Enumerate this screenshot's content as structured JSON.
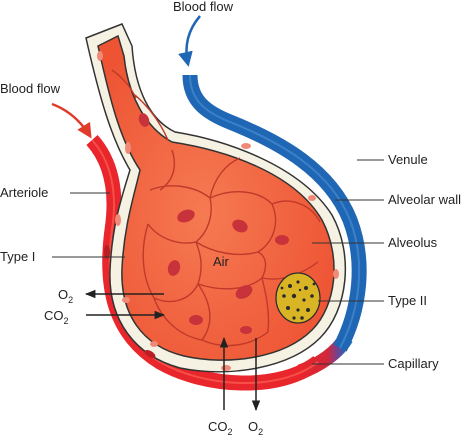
{
  "labels": {
    "blood_flow_top": "Blood flow",
    "blood_flow_left": "Blood flow",
    "venule": "Venule",
    "alveolar_wall": "Alveolar wall",
    "arteriole": "Arteriole",
    "alveolus": "Alveolus",
    "type_i": "Type I",
    "type_ii": "Type II",
    "air": "Air",
    "capillary": "Capillary",
    "o2_left": {
      "base": "O",
      "sub": "2"
    },
    "co2_left": {
      "base": "CO",
      "sub": "2"
    },
    "co2_bottom": {
      "base": "CO",
      "sub": "2"
    },
    "o2_bottom": {
      "base": "O",
      "sub": "2"
    }
  },
  "colors": {
    "artery_red": "#e8262b",
    "vein_blue": "#1f67b4",
    "alveolus_fill": "#f0603c",
    "cell_line": "#c0392b",
    "nucleus": "#c8323a",
    "wall": "#f6f2e3",
    "type_ii_cell": "#d9b526",
    "red_arrow": "#e03a2a",
    "blue_arrow": "#1f67b4"
  },
  "icons": {
    "blood_flow_top_arrow": "curved-arrow-down-icon",
    "blood_flow_left_arrow": "curved-arrow-right-icon",
    "o2_out_arrow": "arrow-left-icon",
    "co2_in_arrow": "arrow-right-icon",
    "co2_up_arrow": "arrow-up-icon",
    "o2_down_arrow": "arrow-down-icon"
  }
}
